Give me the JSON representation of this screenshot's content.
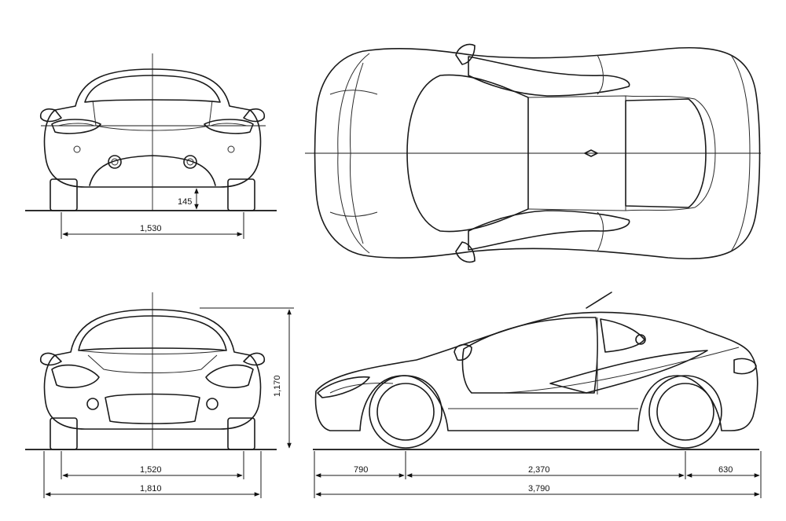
{
  "dimensions": {
    "rear_ground_clearance": "145",
    "rear_track": "1,530",
    "front_track": "1,520",
    "overall_width": "1,810",
    "overall_height": "1,170",
    "front_overhang": "790",
    "wheelbase": "2,370",
    "rear_overhang": "630",
    "overall_length": "3,790"
  }
}
